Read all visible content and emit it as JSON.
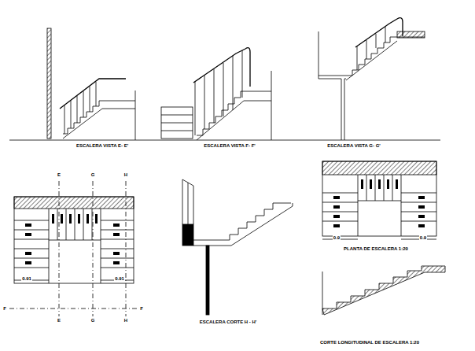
{
  "diagram": {
    "labels": [
      "ESCALERA VISTA E- E'",
      "ESCALERA VISTA F- F'",
      "ESCALERA VISTA G- G'",
      "E",
      "G",
      "H",
      "E",
      "G",
      "H",
      "F",
      "F",
      "0.91",
      "0.91",
      "ESCALERA CORTE H - H'",
      "PLANTA DE ESCALERA 1:20",
      "0.9",
      "0.9",
      "CORTE LONGITUDINAL DE ESCALERA 1:20"
    ]
  }
}
